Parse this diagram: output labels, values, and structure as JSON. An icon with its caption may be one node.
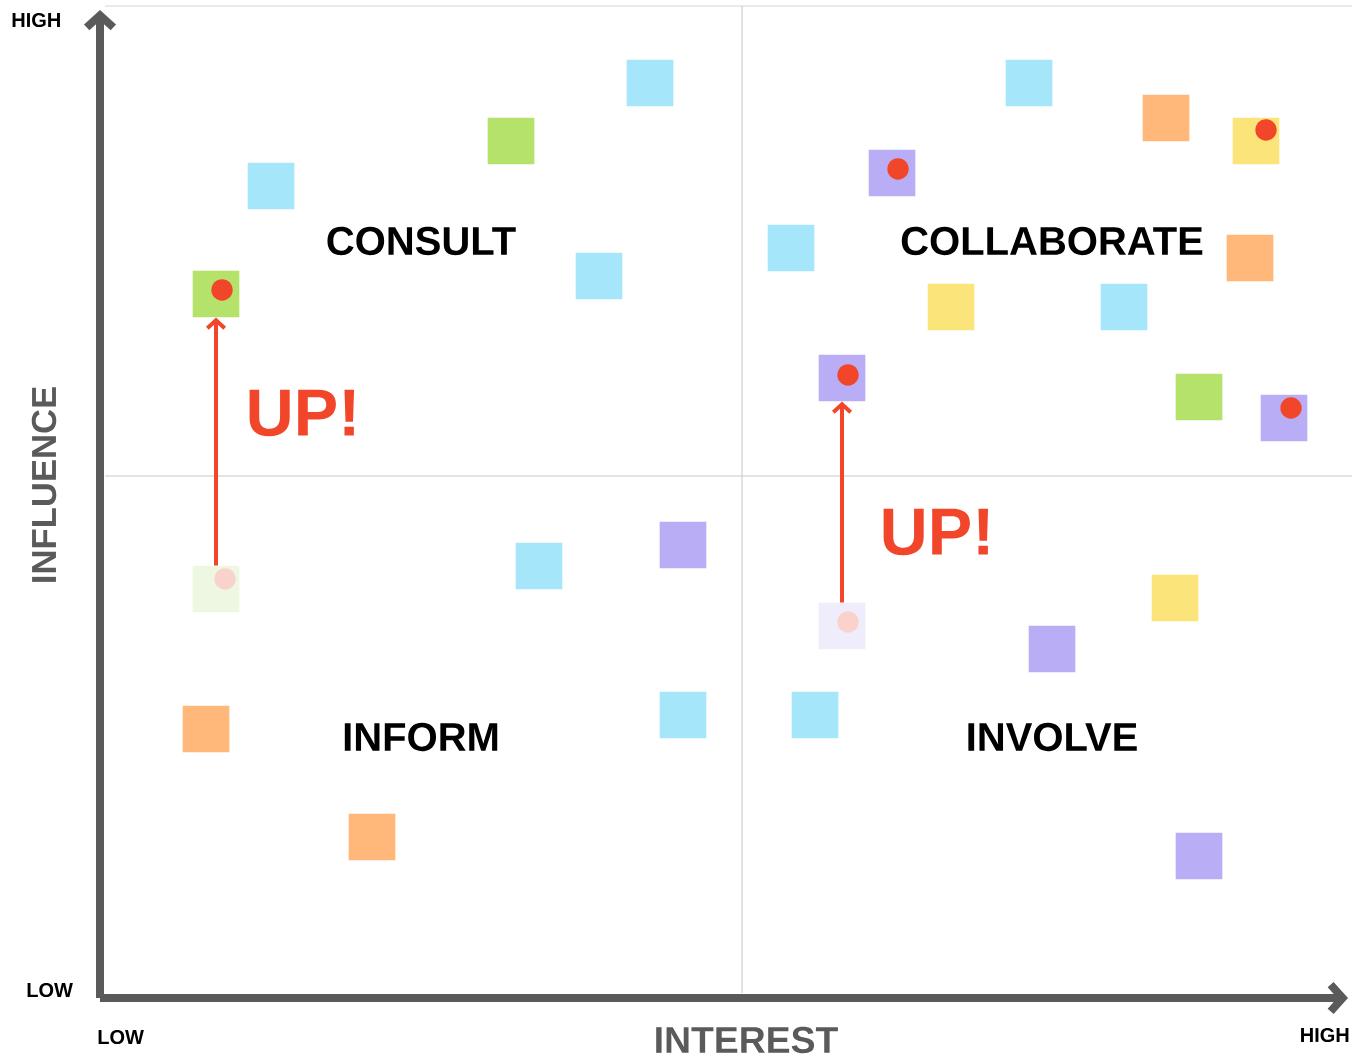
{
  "diagram": {
    "nodes": [
      {
        "text": [],
        "shape": "box"
      },
      {
        "text": [],
        "shape": "box"
      },
      {
        "text": [],
        "shape": "box"
      },
      {
        "text": [],
        "shape": "box"
      },
      {
        "text": [],
        "shape": "box"
      },
      {
        "text": [],
        "shape": "box"
      },
      {
        "text": [],
        "shape": "box"
      },
      {
        "text": [],
        "shape": "box"
      },
      {
        "text": [],
        "shape": "box"
      },
      {
        "text": [],
        "shape": "box"
      },
      {
        "text": [],
        "shape": "box"
      },
      {
        "text": [],
        "shape": "box"
      },
      {
        "text": [],
        "shape": "box"
      },
      {
        "text": [],
        "shape": "box"
      },
      {
        "text": [],
        "shape": "box"
      },
      {
        "text": [],
        "shape": "box"
      },
      {
        "text": [],
        "shape": "box"
      },
      {
        "text": [],
        "shape": "box"
      },
      {
        "text": [],
        "shape": "box"
      },
      {
        "text": [],
        "shape": "box"
      },
      {
        "text": [],
        "shape": "box"
      },
      {
        "text": [],
        "shape": "box"
      },
      {
        "text": [],
        "shape": "box"
      },
      {
        "text": [],
        "shape": "box"
      },
      {
        "text": [],
        "shape": "box"
      },
      {
        "text": [],
        "shape": "box"
      },
      {
        "text": [],
        "shape": "box"
      }
    ],
    "edges": [
      {
        "from": 18,
        "to": 10,
        "arrow": "to"
      },
      {
        "from": 20,
        "to": 13,
        "arrow": "to"
      }
    ],
    "labels": [
      "HIGH",
      "CONSULT",
      "COLLABORATE",
      "UP!",
      "INFLUENCE",
      "UP!",
      "INFORM",
      "INVOLVE",
      "LOW",
      "LOW",
      "INTEREST",
      "HIGH"
    ]
  }
}
